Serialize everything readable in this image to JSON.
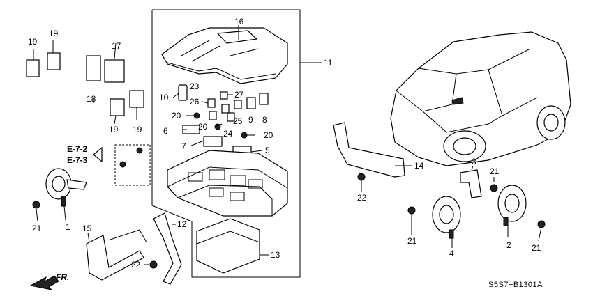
{
  "diagram_code": "S5S7−B1301A",
  "direction": "FR.",
  "references": [
    "E-7-2",
    "E-7-3"
  ],
  "callouts": [
    "1",
    "2",
    "3",
    "4",
    "5",
    "6",
    "7",
    "8",
    "9",
    "10",
    "11",
    "12",
    "13",
    "14",
    "15",
    "16",
    "17",
    "18",
    "19",
    "20",
    "21",
    "22",
    "23",
    "24",
    "25",
    "26",
    "27"
  ]
}
